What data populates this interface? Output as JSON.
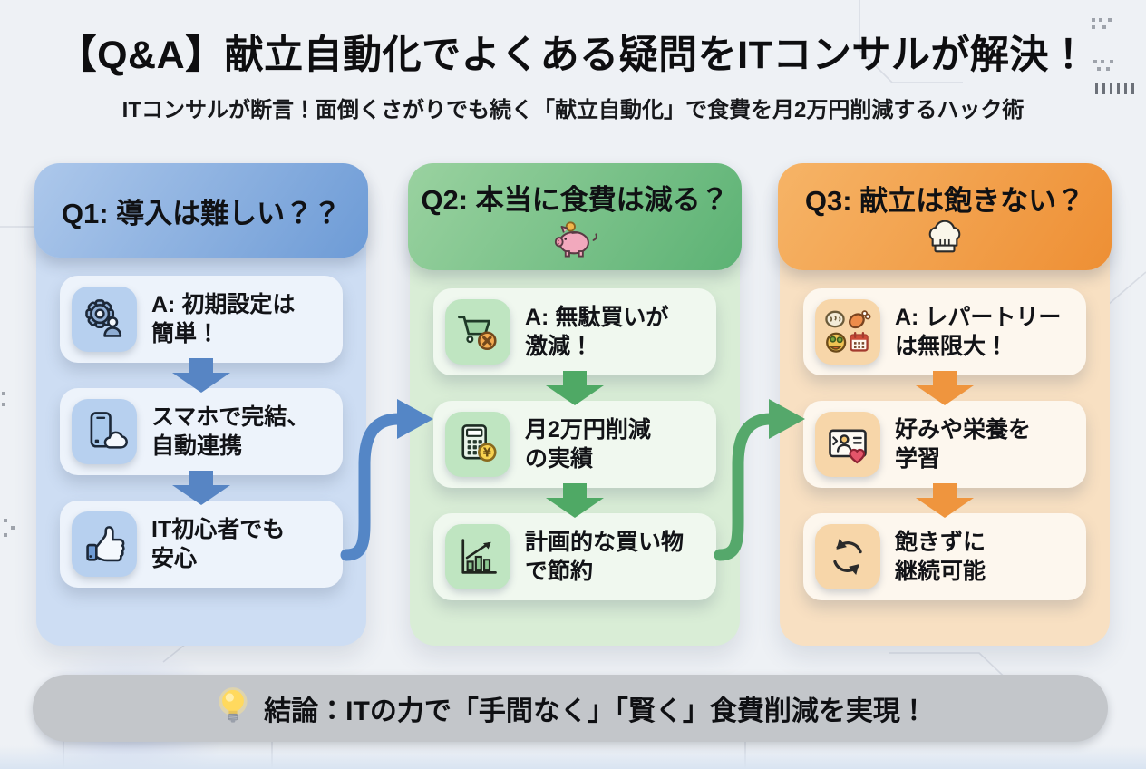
{
  "header": {
    "title": "【Q&A】献立自動化でよくある疑問をITコンサルが解決！",
    "subtitle": "ITコンサルが断言！面倒くさがりでも続く「献立自動化」で食費を月2万円削減するハック術"
  },
  "columns": [
    {
      "question": "Q1: 導入は難しい？？",
      "header_icon": "none",
      "cards": [
        {
          "icon": "gear-user-icon",
          "text": "A: 初期設定は\n簡単！"
        },
        {
          "icon": "smartphone-cloud-icon",
          "text": "スマホで完結、\n自動連携"
        },
        {
          "icon": "thumbs-up-icon",
          "text": "IT初心者でも\n安心"
        }
      ]
    },
    {
      "question": "Q2: 本当に食費は減る？",
      "header_icon": "piggy-bank-icon",
      "cards": [
        {
          "icon": "cart-x-icon",
          "text": "A: 無駄買いが\n激減！"
        },
        {
          "icon": "calculator-yen-icon",
          "text": "月2万円削減\nの実績"
        },
        {
          "icon": "bar-chart-up-icon",
          "text": "計画的な買い物\nで節約"
        }
      ]
    },
    {
      "question": "Q3: 献立は飽きない？",
      "header_icon": "chef-hat-icon",
      "cards": [
        {
          "icon": "foods-calendar-icon",
          "text": "A: レパートリー\nは無限大！"
        },
        {
          "icon": "profile-heart-icon",
          "text": "好みや栄養を\n学習"
        },
        {
          "icon": "refresh-cycle-icon",
          "text": "飽きずに\n継続可能"
        }
      ]
    }
  ],
  "conclusion": {
    "icon": "lightbulb-icon",
    "text": "結論：ITの力で「手間なく」「賢く」食費削減を実現！"
  },
  "colors": {
    "background": "#eef1f5",
    "q1_header_from": "#adc8eb",
    "q1_header_to": "#6d9bd6",
    "q1_panel": "#cdddf3",
    "q1_card": "#edf3fb",
    "q1_tile": "#b7d0ef",
    "q1_arrow": "#5785c4",
    "q2_header_from": "#9ad2a0",
    "q2_header_to": "#5cb274",
    "q2_panel": "#d9edd6",
    "q2_card": "#f0f8ef",
    "q2_tile": "#bfe5c1",
    "q2_arrow": "#4fa965",
    "q3_header_from": "#f6b467",
    "q3_header_to": "#ee8f34",
    "q3_panel": "#f8e0c2",
    "q3_card": "#fdf7ee",
    "q3_tile": "#f7d6a9",
    "q3_arrow": "#ef953e",
    "conclusion_bar": "#c3c6ca",
    "text": "#101114"
  }
}
